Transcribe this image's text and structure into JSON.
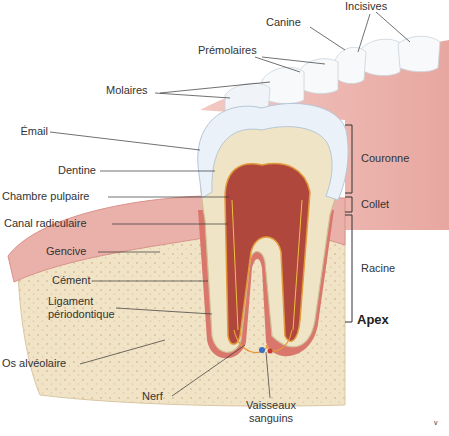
{
  "diagram": {
    "labels": [
      "Incisives",
      "Canine",
      "Prémolaires",
      "Molaires",
      "Émail",
      "Dentine",
      "Chambre pulpaire",
      "Canal radiculaire",
      "Gencive",
      "Cément",
      "Ligament périodontique",
      "Os alvéolaire",
      "Nerf",
      "Vaisseaux sanguins",
      "Couronne",
      "Collet",
      "Racine",
      "Apex",
      "v"
    ]
  }
}
